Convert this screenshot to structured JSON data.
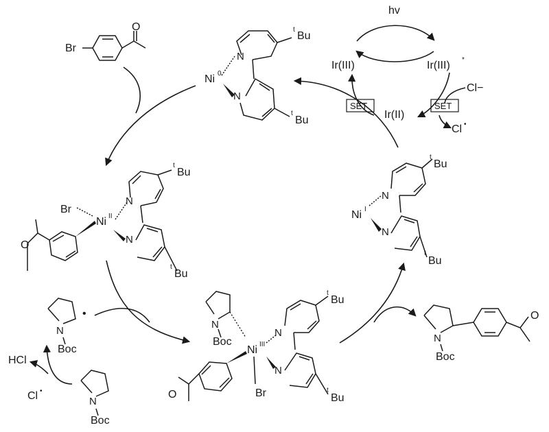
{
  "colors": {
    "ink": "#1a1a1a",
    "background": "#ffffff"
  },
  "photocatalyst": {
    "light": "hv",
    "ground_state": "Ir(III)",
    "excited_base": "Ir(III)",
    "excited_mark": "*",
    "reduced": "Ir(II)",
    "set_label": "SET",
    "chloride": "Cl−",
    "chlorine_radical": "Cl",
    "radical_dot": "•"
  },
  "nickel": {
    "ni0_symbol": "Ni",
    "ni0_ox": "0",
    "ni1_symbol": "Ni",
    "ni1_ox": "I",
    "ni2_symbol": "Ni",
    "ni2_ox": "II",
    "ni3_symbol": "Ni",
    "ni3_ox": "III"
  },
  "atoms": {
    "nitrogen": "N",
    "bromine": "Br",
    "oxygen": "O",
    "boc": "Boc",
    "tbu_prefix": "t",
    "tbu_base": "Bu",
    "hcl": "HCl",
    "cl_radical": "Cl",
    "radical_dot": "•"
  }
}
